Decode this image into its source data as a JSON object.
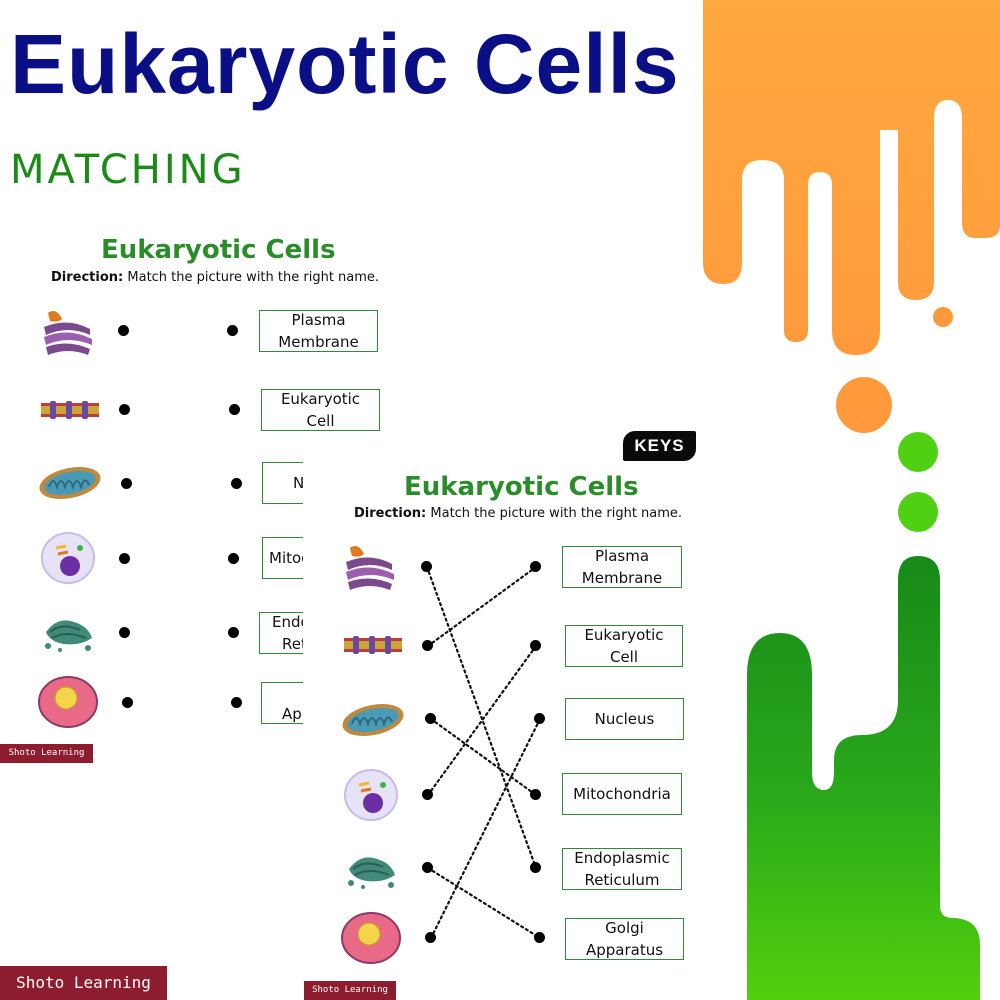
{
  "header": {
    "title": "Eukaryotic Cells",
    "subtitle": "MATCHING"
  },
  "worksheet": {
    "title": "Eukaryotic Cells",
    "direction_label": "Direction:",
    "direction_text": " Match the picture with the right name.",
    "pictures": [
      "golgi-apparatus-icon",
      "plasma-membrane-icon",
      "mitochondria-icon",
      "eukaryotic-cell-icon",
      "endoplasmic-reticulum-icon",
      "nucleus-cell-icon"
    ],
    "boxes_visible": [
      {
        "line1": "Plasma",
        "line2": "Membrane"
      },
      {
        "line1": "Eukaryotic Cell",
        "line2": ""
      },
      {
        "line1": "N",
        "line2": ""
      },
      {
        "line1": "Mitoc",
        "line2": ""
      },
      {
        "line1": "Endo",
        "line2": "Ret"
      },
      {
        "line1": "",
        "line2": "App"
      }
    ],
    "brand": "Shoto Learning"
  },
  "answer_key": {
    "badge": "KEYS",
    "title": "Eukaryotic Cells",
    "direction_label": "Direction:",
    "direction_text": " Match the picture with the right name.",
    "boxes": [
      {
        "line1": "Plasma",
        "line2": "Membrane"
      },
      {
        "line1": "Eukaryotic Cell",
        "line2": ""
      },
      {
        "line1": "Nucleus",
        "line2": ""
      },
      {
        "line1": "Mitochondria",
        "line2": ""
      },
      {
        "line1": "Endoplasmic",
        "line2": "Reticulum"
      },
      {
        "line1": "Golgi",
        "line2": "Apparatus"
      }
    ],
    "brand": "Shoto Learning"
  },
  "footer": {
    "brand": "Shoto Learning"
  },
  "colors": {
    "title_navy": "#0b0f86",
    "subtitle_green": "#1d8a17",
    "orange": "#ff9a3c",
    "green_bright": "#4fd012",
    "green_dark": "#1b8a1b",
    "brand_maroon": "#8c1c2e"
  }
}
